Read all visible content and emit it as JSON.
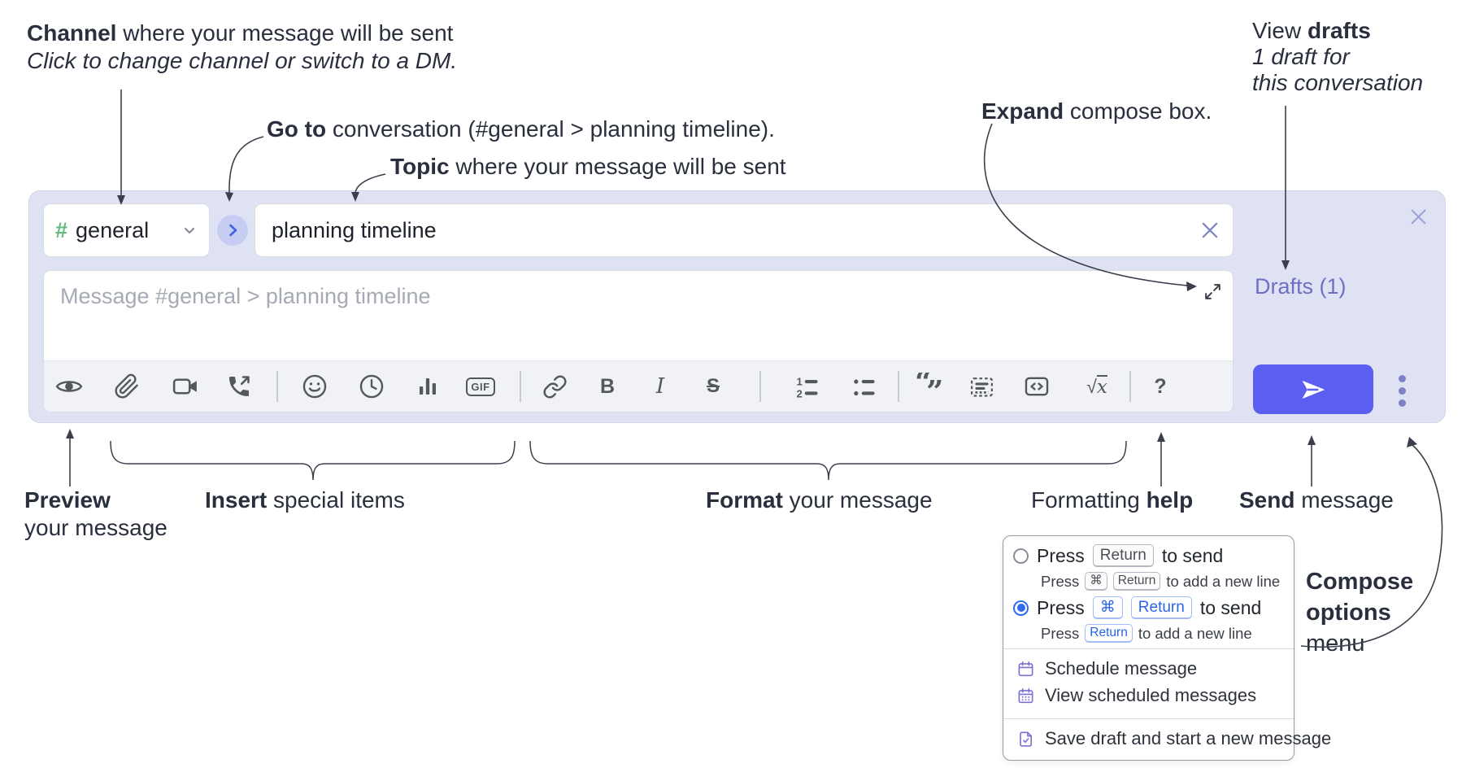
{
  "annotations": {
    "channel": {
      "bold": "Channel",
      "rest": " where your message will be sent",
      "line2": "Click to change channel or switch to a DM."
    },
    "goto": {
      "bold": "Go to",
      "rest": " conversation (#general > planning timeline)."
    },
    "topic": {
      "bold": "Topic",
      "rest": " where your message will be sent"
    },
    "expand": {
      "bold": "Expand",
      "rest": " compose box."
    },
    "view_drafts": {
      "pre": "View ",
      "bold": "drafts",
      "line2": "1 draft for",
      "line3": "this conversation"
    },
    "preview": {
      "bold": "Preview",
      "line2": "your message"
    },
    "insert": {
      "bold": "Insert",
      "rest": " special items"
    },
    "format": {
      "bold": "Format",
      "rest": " your message"
    },
    "formatting_help": {
      "pre": "Formatting ",
      "bold": "help"
    },
    "send": {
      "bold": "Send",
      "rest": " message"
    },
    "compose_options": {
      "line1": "Compose",
      "line2": "options",
      "line3": "menu"
    }
  },
  "compose": {
    "channel": {
      "hash": "#",
      "name": "general"
    },
    "topic_value": "planning timeline",
    "message_placeholder": "Message #general > planning timeline",
    "drafts_label": "Drafts (1)",
    "toolbar": {
      "gif": "GIF",
      "bold": "B",
      "italic": "I",
      "strike": "S",
      "math_sqrt": "√",
      "math_x": "x",
      "help": "?"
    }
  },
  "popup": {
    "option1": {
      "selected": false,
      "main_pre": "Press",
      "main_kbd": "Return",
      "main_post": "to send",
      "sub_pre": "Press",
      "sub_kbd1": "⌘",
      "sub_kbd2": "Return",
      "sub_post": "to add a new line"
    },
    "option2": {
      "selected": true,
      "main_pre": "Press",
      "main_kbd1": "⌘",
      "main_kbd2": "Return",
      "main_post": "to send",
      "sub_pre": "Press",
      "sub_kbd": "Return",
      "sub_post": "to add a new line"
    },
    "items": [
      "Schedule message",
      "View scheduled messages",
      "Save draft and start a new message"
    ]
  },
  "colors": {
    "container_bg": "#dfe2f3",
    "send_button": "#5b5ef0",
    "drafts_link": "#6c70c5",
    "hash_green": "#63bb80",
    "radio_selected": "#2e6bef",
    "menu_icon_purple": "#7a71d2"
  }
}
